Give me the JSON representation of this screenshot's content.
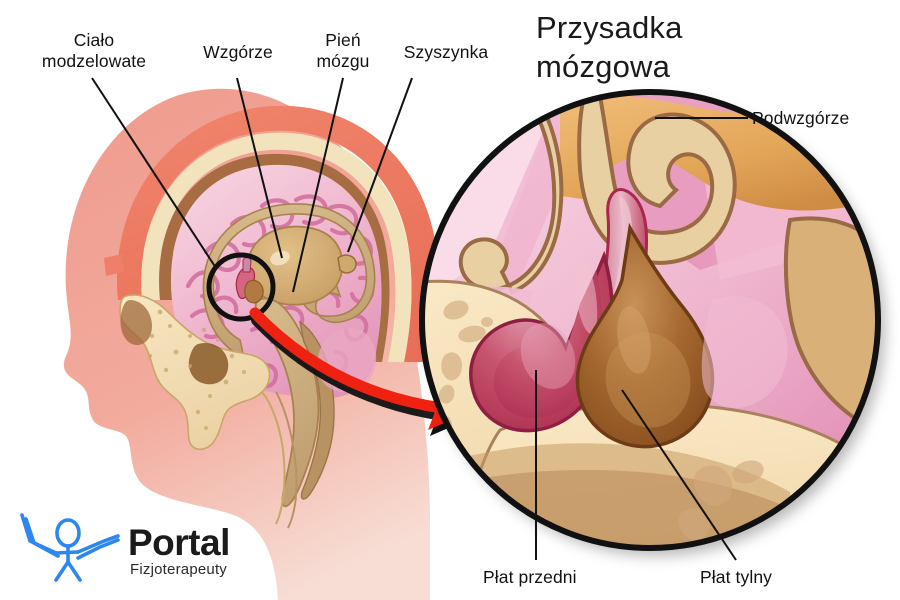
{
  "figure": {
    "title": "Przysadka\nmózgowa",
    "language": "pl",
    "subject": "pituitary-gland-anatomy"
  },
  "labels": {
    "corpus_callosum": "Ciało\nmodzelowate",
    "thalamus": "Wzgórze",
    "brainstem": "Pień\nmózgu",
    "pineal": "Szyszynka",
    "hypothalamus": "Podwzgórze",
    "anterior_lobe": "Płat przedni",
    "posterior_lobe": "Płat tylny"
  },
  "logo": {
    "word": "Portal",
    "sub": "Fizjoterapeuty",
    "figure_icon": "stick-figure-icon",
    "color": "#2e86f0"
  },
  "colors": {
    "background": "#ffffff",
    "head_silhouette": "#f0a092",
    "scalp": "#ef7f68",
    "bone": "#f3e0b8",
    "bone_inner": "#8a5a32",
    "cortex_pink": "#f0b9ce",
    "cortex_deep": "#d4709f",
    "white_matter": "#c8a878",
    "thalamus_tan": "#cfa86e",
    "anterior_lobe": "#c0395f",
    "posterior_lobe": "#9c5a28",
    "arrow_red": "#ef2211",
    "outline": "#111111",
    "text": "#121212",
    "hypothalamus_orange": "#e8ab5e",
    "sella_cream": "#f7e3b9"
  },
  "graphics": {
    "callout_circle": "magnified-circle",
    "indicator_circle": "pituitary-highlight-circle",
    "arrow": "curved-red-arrow"
  }
}
